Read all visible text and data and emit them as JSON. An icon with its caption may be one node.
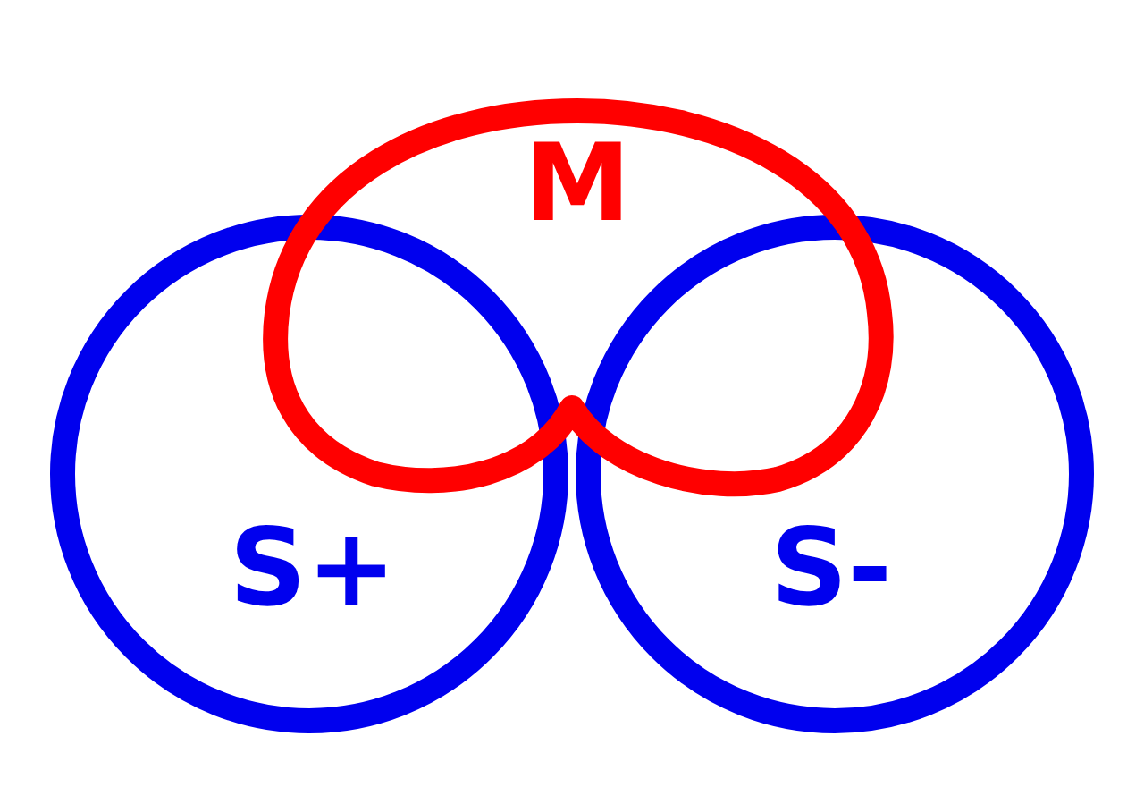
{
  "diagram": {
    "nodes": [
      {
        "text": [
          "M"
        ]
      },
      {
        "text": [
          "S+"
        ]
      },
      {
        "text": [
          "S-"
        ]
      }
    ]
  }
}
